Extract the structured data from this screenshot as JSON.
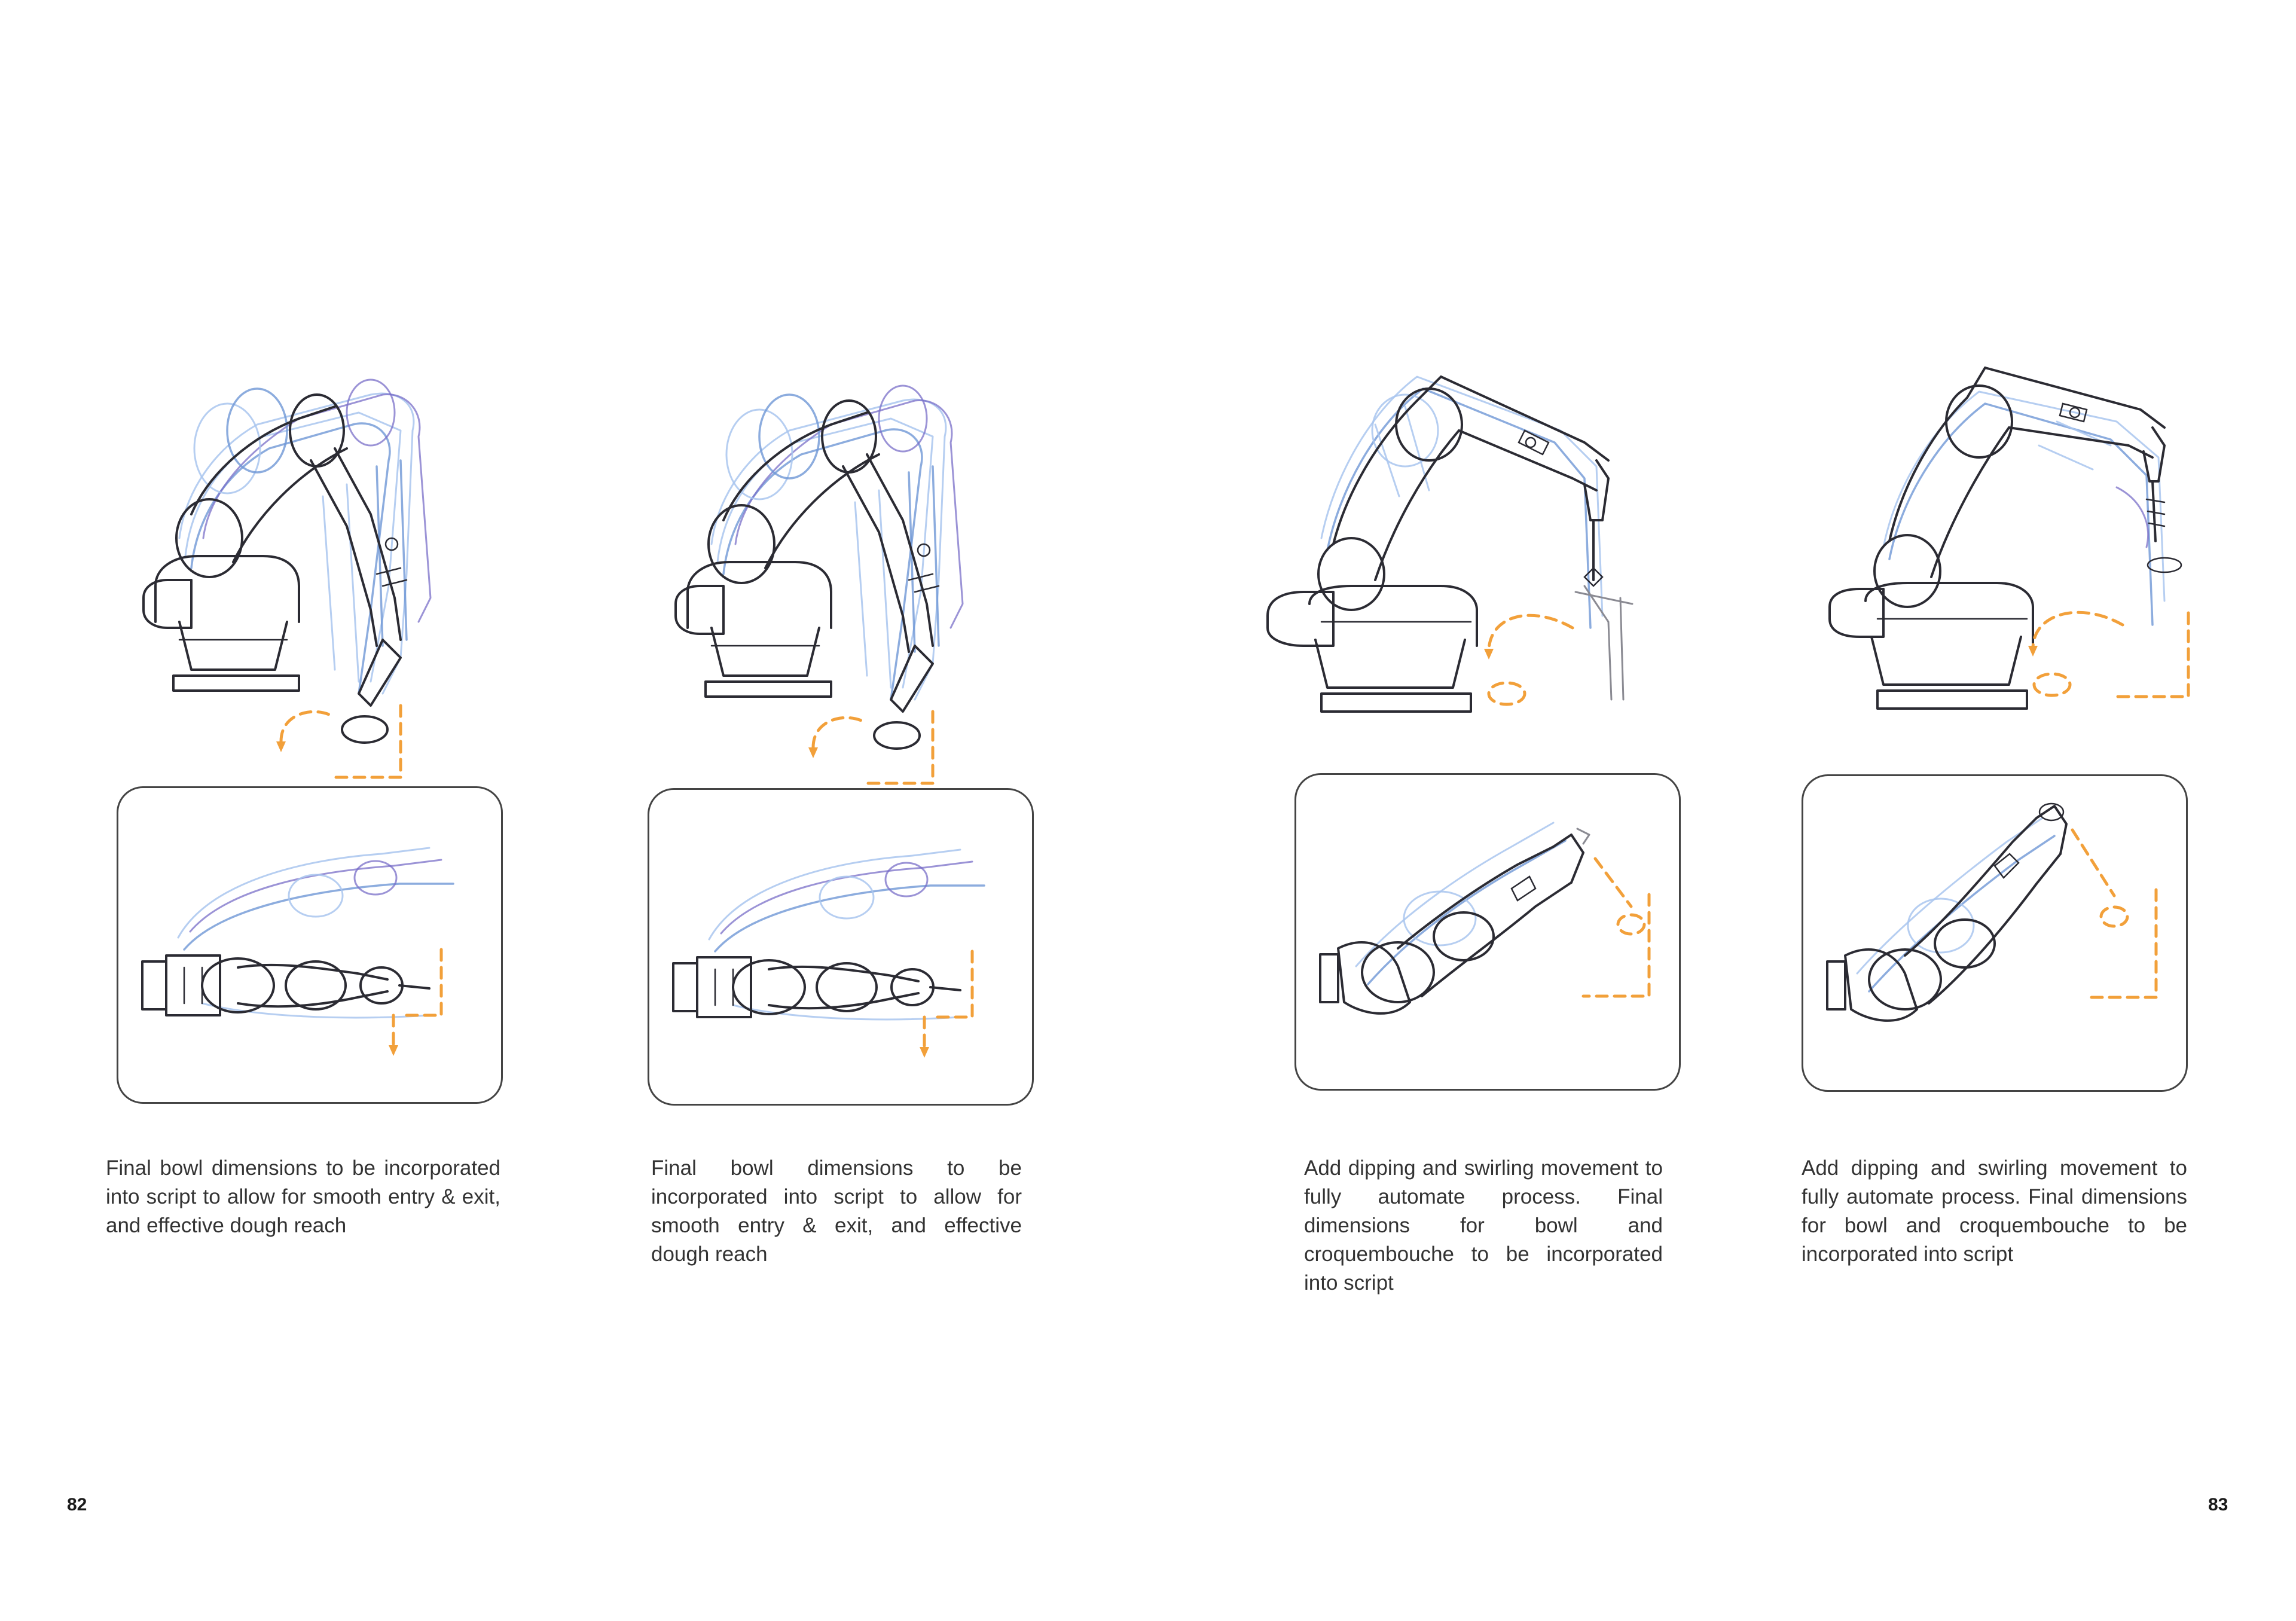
{
  "spread": {
    "pages": [
      {
        "page_number": "82",
        "captions": [
          "Final bowl dimensions to be incorporated into script to allow for smooth entry & exit, and effective dough reach",
          "Final bowl dimensions to be incorporated into script to allow for smooth entry & exit, and effective dough reach"
        ]
      },
      {
        "page_number": "83",
        "captions": [
          "Add dipping and swirling movement to fully automate process. Final dimensions for bowl and croquembouche to be incorporated into script",
          "Add dipping and swirling movement to fully automate process. Final dimensions for bowl and croquembouche to be incorporated into script"
        ]
      }
    ]
  },
  "colors": {
    "line_dark": "#2b2b33",
    "line_blue": "#6f97d6",
    "line_light_blue": "#a9c6ee",
    "line_violet": "#7a6fc8",
    "motion_arrow": "#f2a03a",
    "panel_border": "#444444"
  },
  "icons": {
    "motion_path": "orange-dashed-arrow-icon",
    "robot_view": "robot-arm-illustration"
  }
}
